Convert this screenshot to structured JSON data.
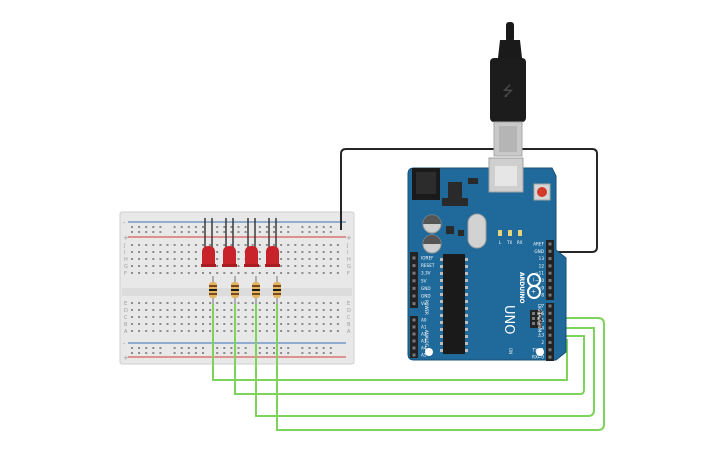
{
  "colors": {
    "board": "#1f6a9a",
    "board_dark": "#174f76",
    "header": "#232323",
    "wire_black": "#262626",
    "wire_green": "#7ed35a",
    "led_red": "#c8232a",
    "breadboard": "#e9e9e9",
    "rail_red": "#d23a3a",
    "rail_blue": "#3a6fb0"
  },
  "arduino": {
    "model": "UNO",
    "brand": "ARDUINO",
    "power_label": "POWER",
    "analog_label": "ANALOG IN",
    "digital_label": "DIGITAL (PWM~)",
    "on_label": "ON",
    "led_labels": [
      "L",
      "TX",
      "RX"
    ],
    "power_pins": [
      "IOREF",
      "RESET",
      "3.3V",
      "5V",
      "GND",
      "GND",
      "Vin"
    ],
    "analog_pins": [
      "A0",
      "A1",
      "A2",
      "A3",
      "A4",
      "A5"
    ],
    "digital_top_pins": [
      "AREF",
      "GND",
      "13",
      "12",
      "~11",
      "~10",
      "~9",
      "8"
    ],
    "digital_bottom_pins": [
      "7",
      "~6",
      "~5",
      "4",
      "~3",
      "2",
      "TX→1",
      "RX←0"
    ]
  },
  "breadboard": {
    "row_letters_top": [
      "J",
      "I",
      "H",
      "G",
      "F"
    ],
    "row_letters_bottom": [
      "E",
      "D",
      "C",
      "B",
      "A"
    ],
    "rail_sign_plus": "+",
    "rail_sign_minus": "-"
  },
  "components": {
    "led_count": 4,
    "resistor_count": 4
  }
}
